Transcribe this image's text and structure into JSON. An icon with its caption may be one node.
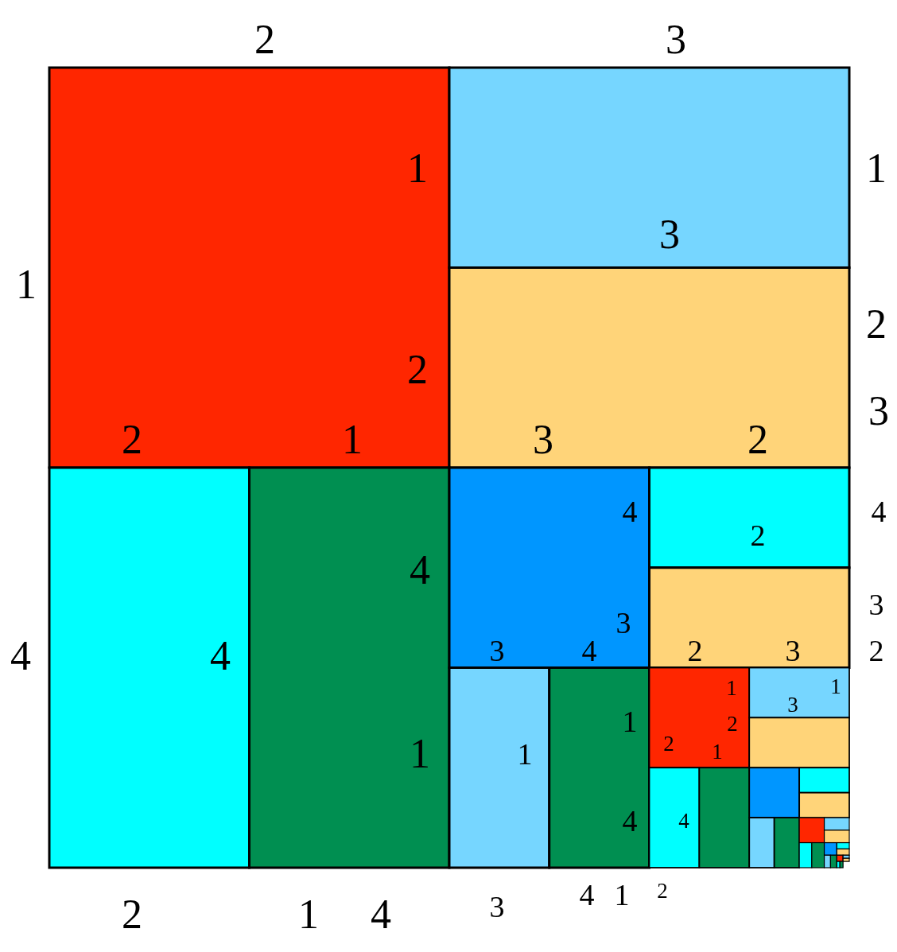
{
  "diagram": {
    "labels": [
      "2",
      "3",
      "1",
      "1",
      "3",
      "1",
      "2",
      "2",
      "3",
      "2",
      "1",
      "3",
      "2",
      "4",
      "4",
      "2",
      "4",
      "3",
      "3",
      "3",
      "4",
      "2",
      "3",
      "2",
      "4",
      "4",
      "1",
      "1",
      "3",
      "1",
      "2",
      "2",
      "1",
      "1",
      "1",
      "4",
      "4",
      "4",
      "1",
      "2",
      "3",
      "2",
      "1",
      "4"
    ]
  }
}
